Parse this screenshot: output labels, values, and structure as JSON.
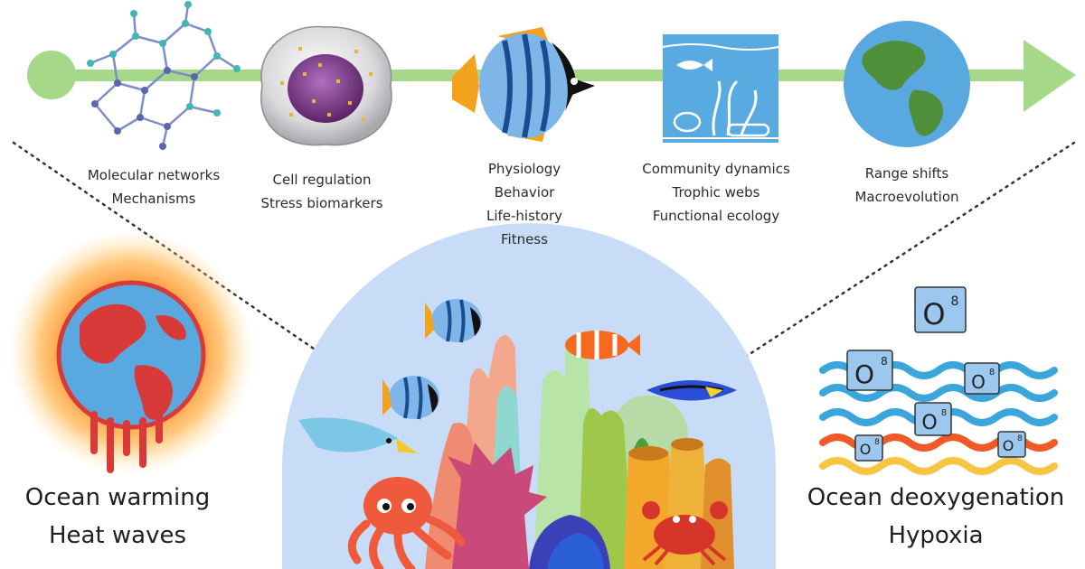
{
  "timeline": {
    "levels": [
      {
        "lines": [
          "Molecular networks",
          "Mechanisms"
        ]
      },
      {
        "lines": [
          "Cell regulation",
          "Stress biomarkers"
        ]
      },
      {
        "lines": [
          "Physiology",
          "Behavior",
          "Life-history",
          "Fitness"
        ]
      },
      {
        "lines": [
          "Community dynamics",
          "Trophic webs",
          "Functional ecology"
        ]
      },
      {
        "lines": [
          "Range shifts",
          "Macroevolution"
        ]
      }
    ]
  },
  "stressors": {
    "left": {
      "line1": "Ocean warming",
      "line2": "Heat waves"
    },
    "right": {
      "line1": "Ocean deoxygenation",
      "line2": "Hypoxia"
    }
  },
  "oxygen": {
    "symbol": "O",
    "superscript": "8"
  },
  "colors": {
    "arrow": "#a6d88a",
    "dome": "#c9dcf7",
    "earth_ocean": "#5aa8e0",
    "earth_land": "#4f8f3a",
    "warming_land": "#d83a3a",
    "glow": "#ff8a1e",
    "wave_blue": "#3aa6dc",
    "wave_red": "#f05a28",
    "wave_yellow": "#f6c440",
    "o_box": "#9cc7ef"
  }
}
